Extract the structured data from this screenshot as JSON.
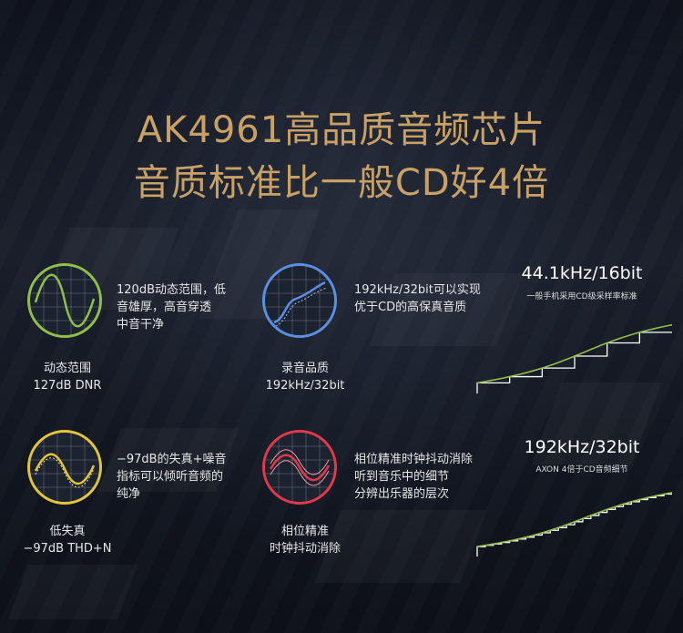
{
  "headline": {
    "line1": "AK4961高品质音频芯片",
    "line2": "音质标准比一般CD好4倍"
  },
  "features": [
    {
      "icon": "sine-wave-icon",
      "color": "#8fbf4a",
      "desc_lines": [
        "120dB动态范围，低",
        "音雄厚，高音穿透",
        "中音干净"
      ],
      "caption_lines": [
        "动态范围",
        "127dB DNR"
      ]
    },
    {
      "icon": "curve-icon",
      "color": "#5b8fe0",
      "desc_lines": [
        "192kHz/32bit可以实现",
        "优于CD的高保真音质"
      ],
      "caption_lines": [
        "录音品质",
        "192kHz/32bit"
      ]
    },
    {
      "icon": "distortion-wave-icon",
      "color": "#e3c43b",
      "desc_lines": [
        "−97dB的失真+噪音",
        "指标可以倾听音频的",
        "纯净"
      ],
      "caption_lines": [
        "低失真",
        "−97dB THD+N"
      ]
    },
    {
      "icon": "jitter-wave-icon",
      "color": "#e0394a",
      "desc_lines": [
        "相位精准时钟抖动消除",
        "听到音乐中的细节",
        "分辨出乐器的层次"
      ],
      "caption_lines": [
        "相位精准",
        "时钟抖动消除"
      ]
    }
  ],
  "comparisons": [
    {
      "title": "44.1kHz/16bit",
      "subtitle": "一般手机采用CD级采样率标准",
      "steps": 6
    },
    {
      "title": "192kHz/32bit",
      "subtitle": "AXON 4倍于CD音频细节",
      "steps": 24
    }
  ],
  "colors": {
    "headline": "#c9a066",
    "curve": "#8fbf4a",
    "steps": "#ffffff"
  }
}
